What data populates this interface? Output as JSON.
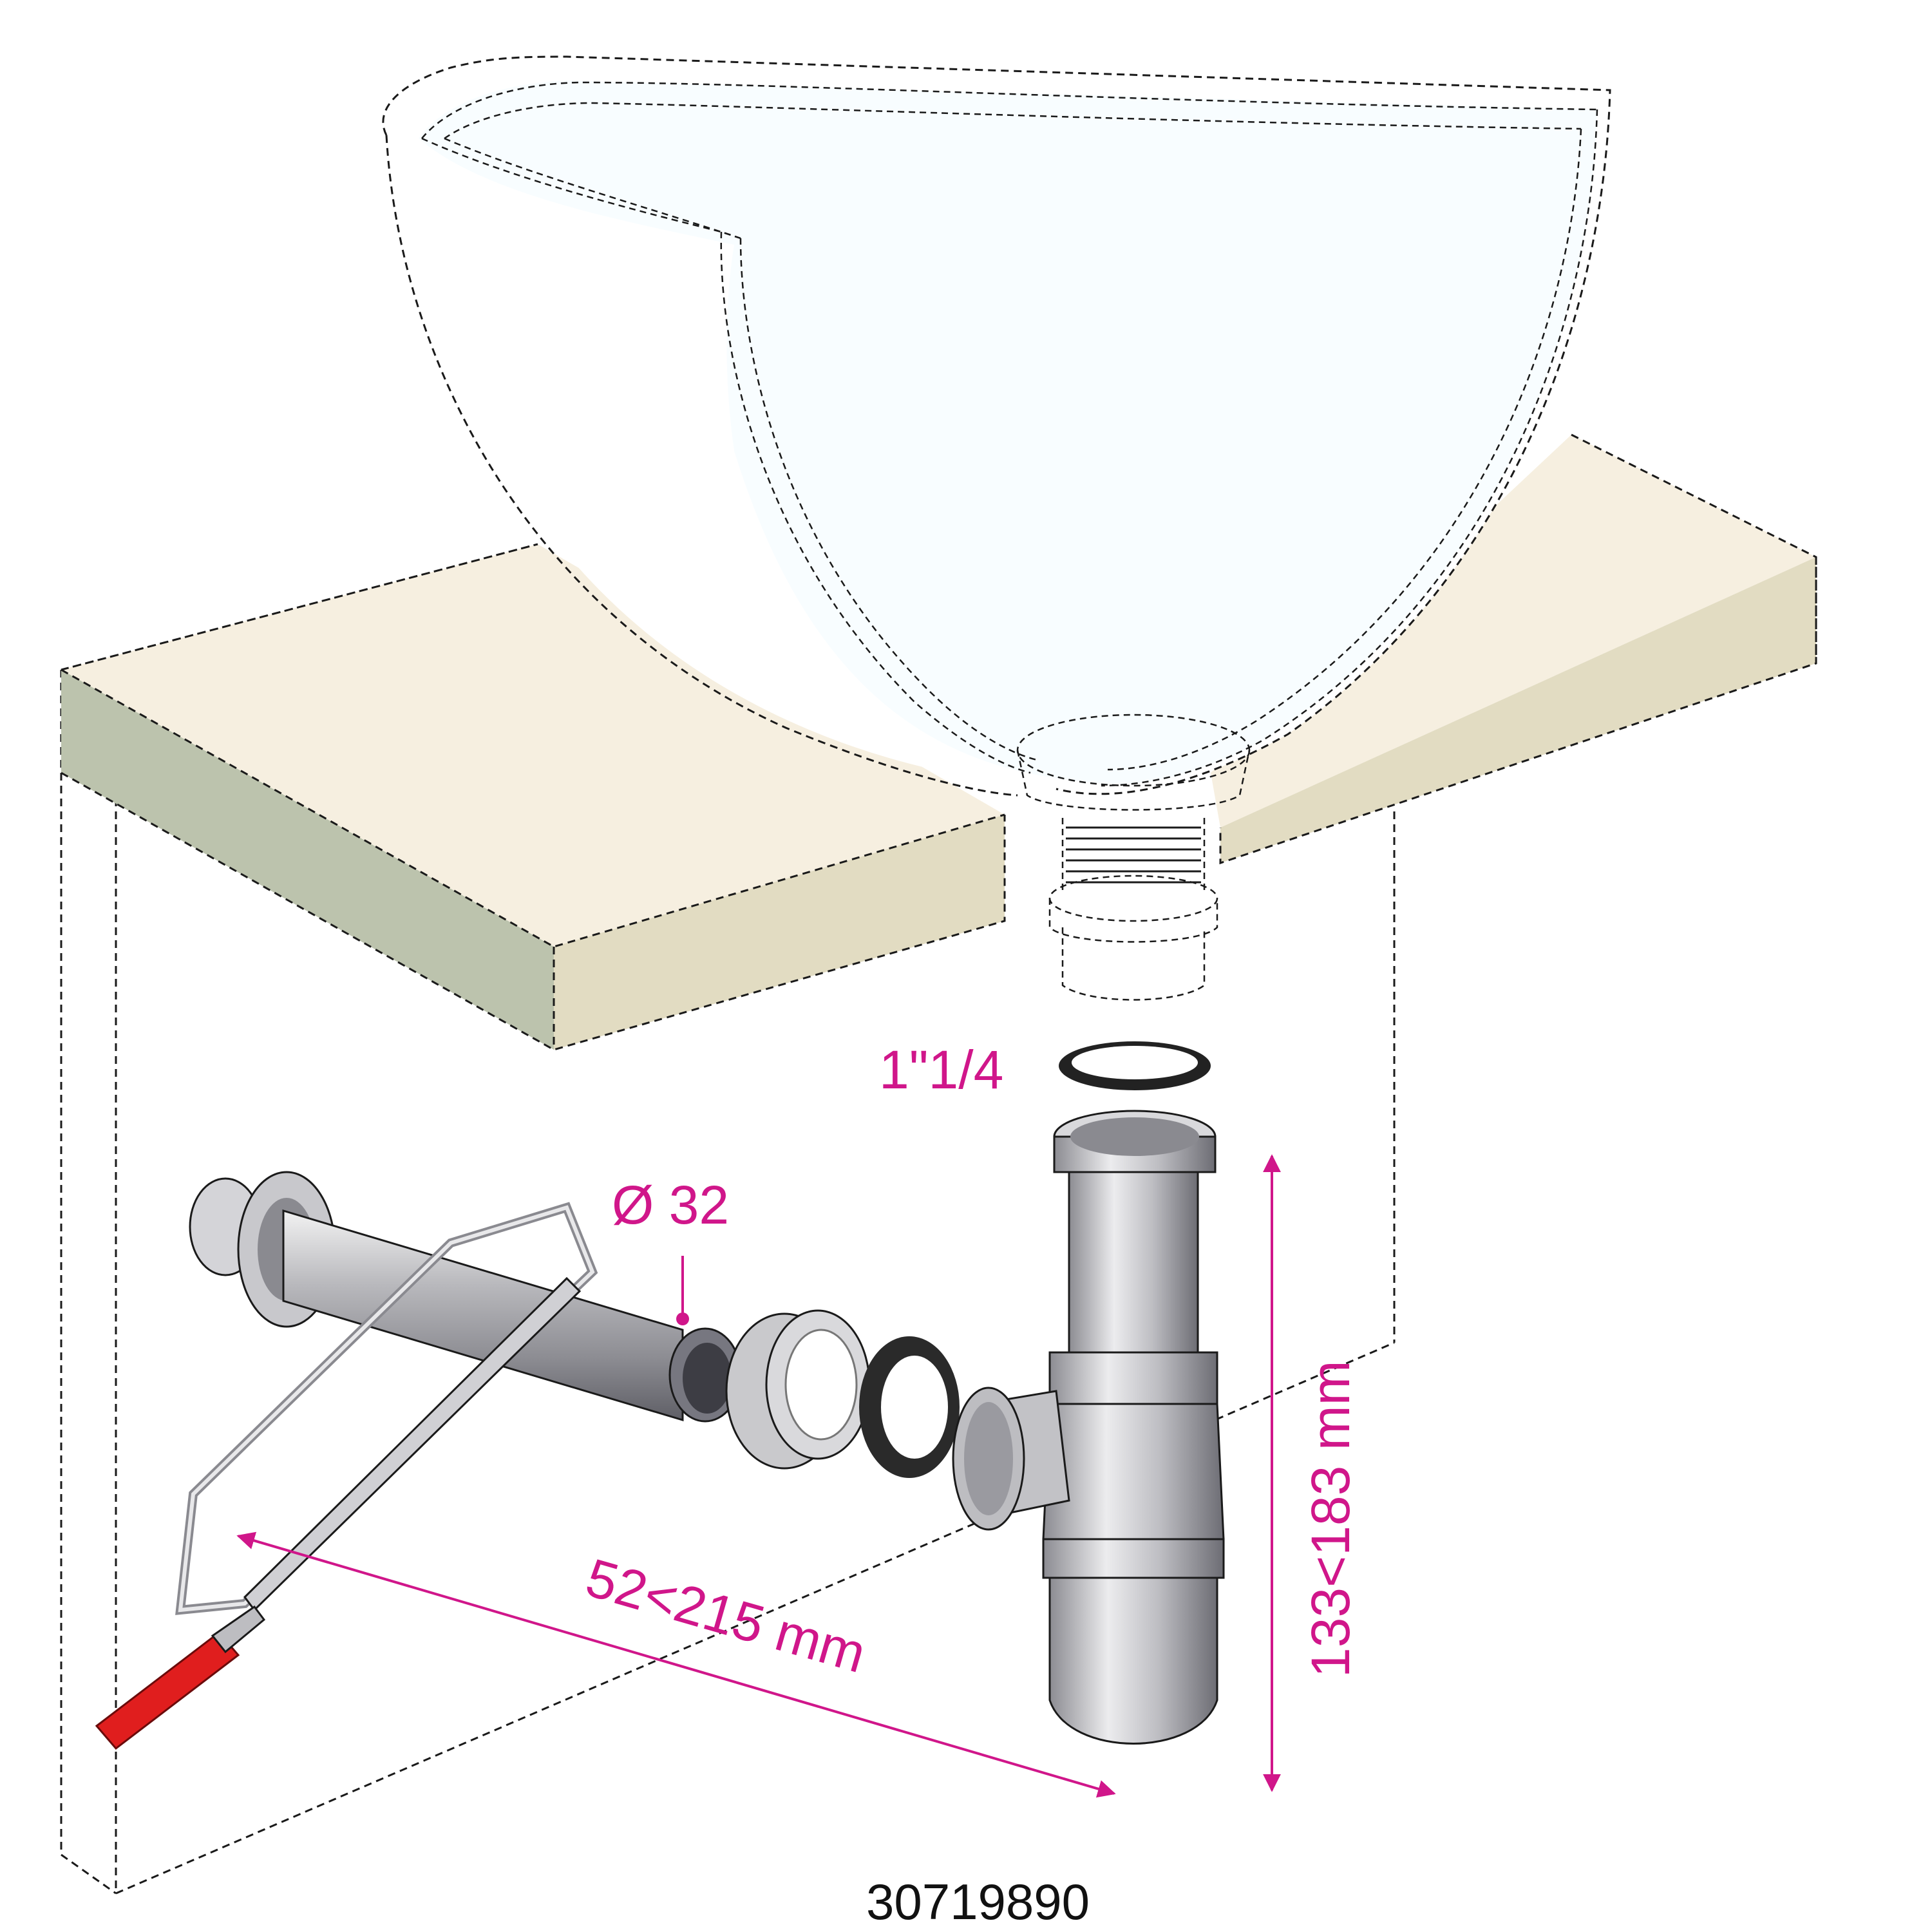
{
  "labels": {
    "thread_size": "1\"1/4",
    "pipe_diameter": "Ø 32",
    "horizontal_range": "52<215 mm",
    "vertical_range": "133<183 mm",
    "product_code": "30719890"
  },
  "colors": {
    "annotation": "#d0168a",
    "counter_top": "#f6efe0",
    "counter_front": "#bcc3ad",
    "counter_front_right": "#e2dcc2",
    "saw_handle": "#e01e1e",
    "metal": "#c9c9cc",
    "gasket": "#2a2a2a"
  },
  "icons": {
    "basin": "vessel-basin-icon",
    "drain_plug": "drain-plug-icon",
    "washer": "washer-ring-icon",
    "trap": "bottle-trap-icon",
    "wall_pipe": "wall-pipe-icon",
    "saw": "hacksaw-icon",
    "nut": "compression-nut-icon",
    "seal": "rubber-seal-icon"
  }
}
